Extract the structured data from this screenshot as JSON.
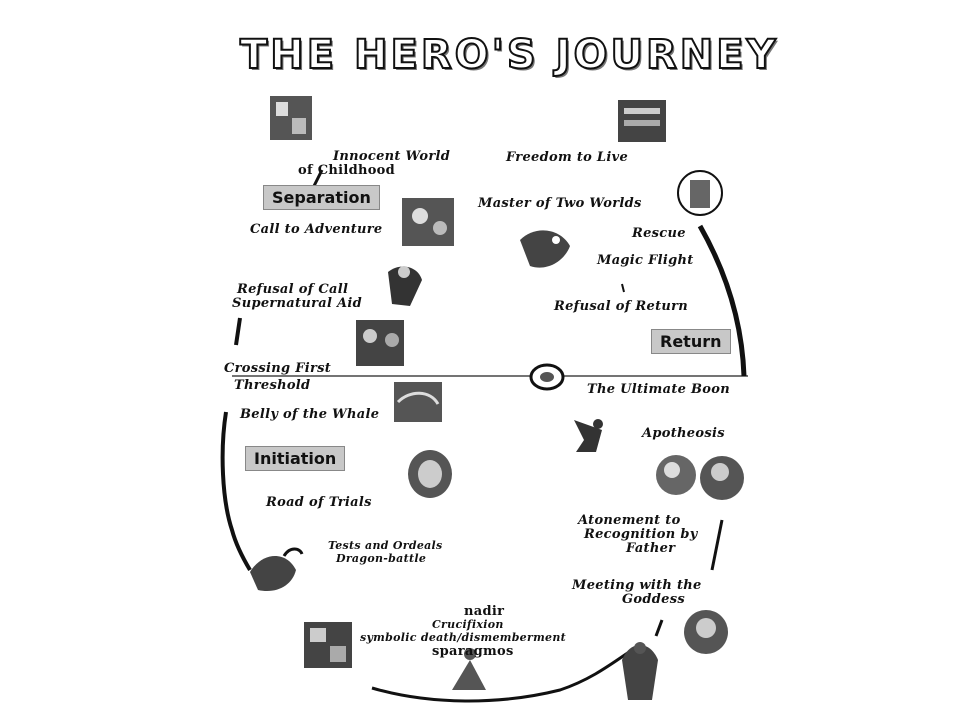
{
  "title": "THE HERO'S JOURNEY",
  "sections": {
    "separation": "Separation",
    "initiation": "Initiation",
    "return": "Return"
  },
  "stages": {
    "innocent_world_1": "Innocent World",
    "innocent_world_2": "of Childhood",
    "call_to_adventure": "Call to Adventure",
    "refusal_of_call": "Refusal of Call",
    "supernatural_aid": "Supernatural Aid",
    "crossing_first": "Crossing First",
    "threshold": "Threshold",
    "belly_of_whale": "Belly of the Whale",
    "road_of_trials": "Road of Trials",
    "tests_and_ordeals": "Tests and Ordeals",
    "dragon_battle": "Dragon-battle",
    "nadir": "nadir",
    "crucifixion": "Crucifixion",
    "symbolic_death": "symbolic death/dismemberment",
    "sparagmos": "sparagmos",
    "meeting_goddess_1": "Meeting with the",
    "meeting_goddess_2": "Goddess",
    "atonement_1": "Atonement to",
    "atonement_2": "Recognition by",
    "atonement_3": "Father",
    "apotheosis": "Apotheosis",
    "ultimate_boon": "The Ultimate Boon",
    "refusal_of_return": "Refusal of Return",
    "magic_flight": "Magic Flight",
    "rescue": "Rescue",
    "master_two_worlds": "Master of Two Worlds",
    "freedom_to_live": "Freedom to Live"
  }
}
